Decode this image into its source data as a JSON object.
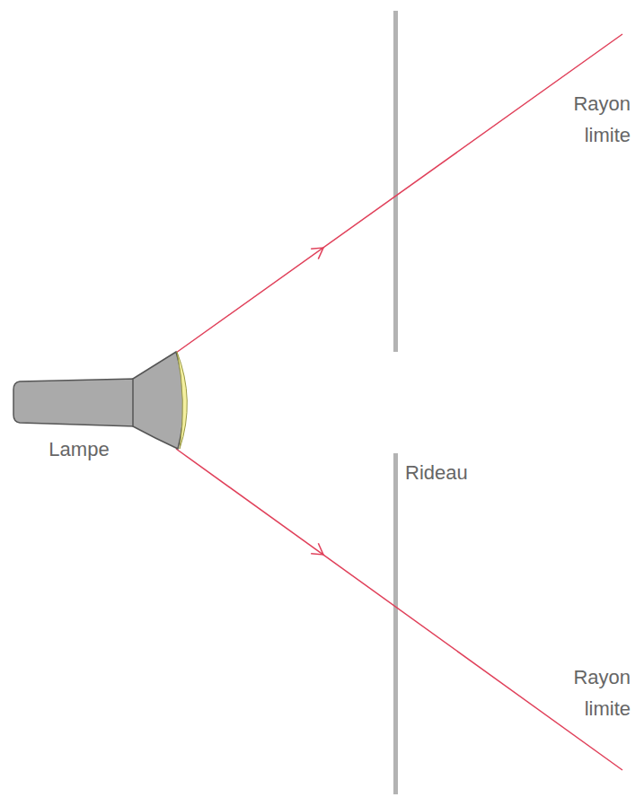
{
  "diagram": {
    "labels": [
      "Lampe",
      "Rideau",
      "Rayon limite",
      "Rayon limite"
    ]
  }
}
